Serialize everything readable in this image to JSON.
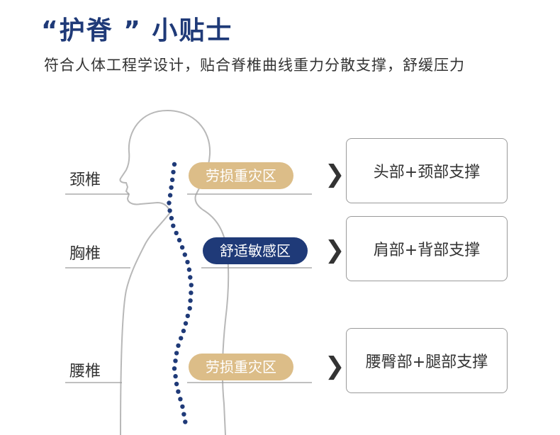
{
  "header": {
    "title": "“护脊 ” 小贴士",
    "subtitle": "符合人体工程学设计，贴合脊椎曲线重力分散支撑，舒缓压力"
  },
  "regions": [
    {
      "label": "颈椎",
      "tag": "劳损重灾区",
      "tag_style": "gold",
      "support": "头部+颈部支撑"
    },
    {
      "label": "胸椎",
      "tag": "舒适敏感区",
      "tag_style": "navy",
      "support": "肩部+背部支撑"
    },
    {
      "label": "腰椎",
      "tag": "劳损重灾区",
      "tag_style": "gold",
      "support": "腰臀部+腿部支撑"
    }
  ],
  "colors": {
    "navy": "#1f3a78",
    "gold": "#dcbd88",
    "outline": "#b8b8b8",
    "text": "#333333"
  },
  "icons": {
    "arrow": "chevron-right-icon"
  }
}
